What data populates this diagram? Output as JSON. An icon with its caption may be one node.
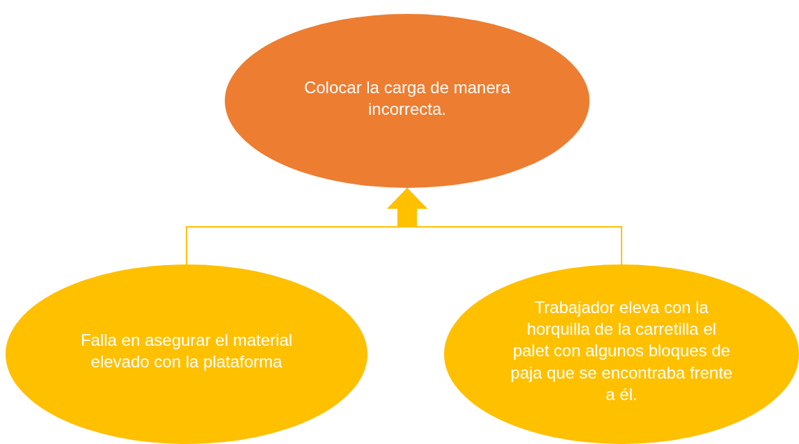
{
  "diagram": {
    "nodes": [
      {
        "text": [
          "Colocar la carga de manera incorrecta."
        ]
      },
      {
        "text": [
          "Falla en asegurar el material elevado con la plataforma"
        ]
      },
      {
        "text": [
          "Trabajador eleva con la horquilla de la carretilla el palet con algunos bloques de paja que se encontraba frente a él."
        ]
      }
    ],
    "edges": [
      {
        "from": 1,
        "to": 0,
        "arrow": "to"
      },
      {
        "from": 2,
        "to": 0,
        "arrow": "to"
      }
    ]
  }
}
